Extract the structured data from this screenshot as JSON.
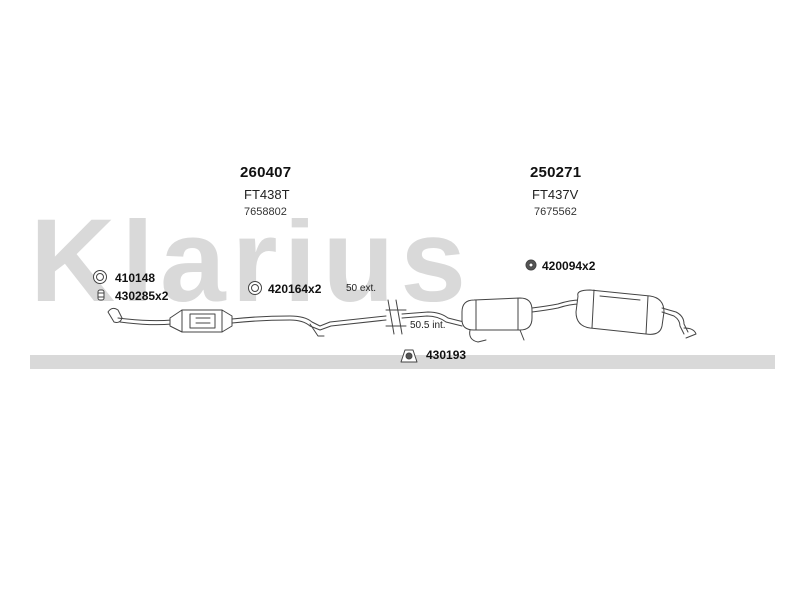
{
  "watermark": {
    "text": "Klarius",
    "color": "#d9d9d9"
  },
  "sections": [
    {
      "part_number": "260407",
      "code": "FT438T",
      "oem": "7658802"
    },
    {
      "part_number": "250271",
      "code": "FT437V",
      "oem": "7675562"
    }
  ],
  "fittings": [
    {
      "label": "410148",
      "icon": "gasket-ring-icon"
    },
    {
      "label": "430285x2",
      "icon": "clamp-icon"
    },
    {
      "label": "420164x2",
      "icon": "gasket-ring-icon"
    },
    {
      "label": "420094x2",
      "icon": "rubber-hanger-icon"
    },
    {
      "label": "430193",
      "icon": "mounting-bracket-icon"
    }
  ],
  "notes": {
    "ext": "50 ext.",
    "int": "50.5 int."
  }
}
